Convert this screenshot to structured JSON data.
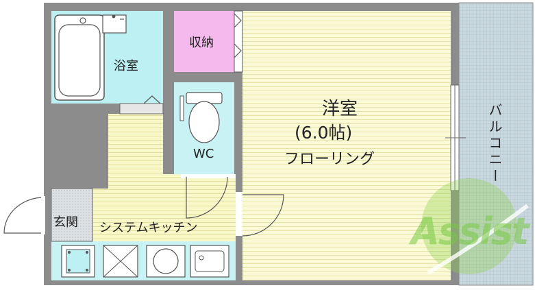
{
  "floorplan": {
    "rooms": {
      "western_room_name": "洋室",
      "western_room_size": "(6.0帖)",
      "western_room_floor": "フローリング",
      "bathroom": "浴室",
      "storage": "収納",
      "toilet": "WC",
      "entrance": "玄関",
      "kitchen": "システムキッチン",
      "balcony": "バルコニー"
    },
    "logo": {
      "text": "Assist"
    },
    "colors": {
      "wall": "#8c8c8c",
      "western_room": "#fbfad6",
      "kitchen": "#f8f7c8",
      "bathroom": "#bdf0f3",
      "toilet": "#c8f2f4",
      "storage": "#f5b9ee",
      "balcony": "#c7d4db",
      "entrance": "#d9dde0",
      "logo": "#8ccf4a"
    }
  }
}
